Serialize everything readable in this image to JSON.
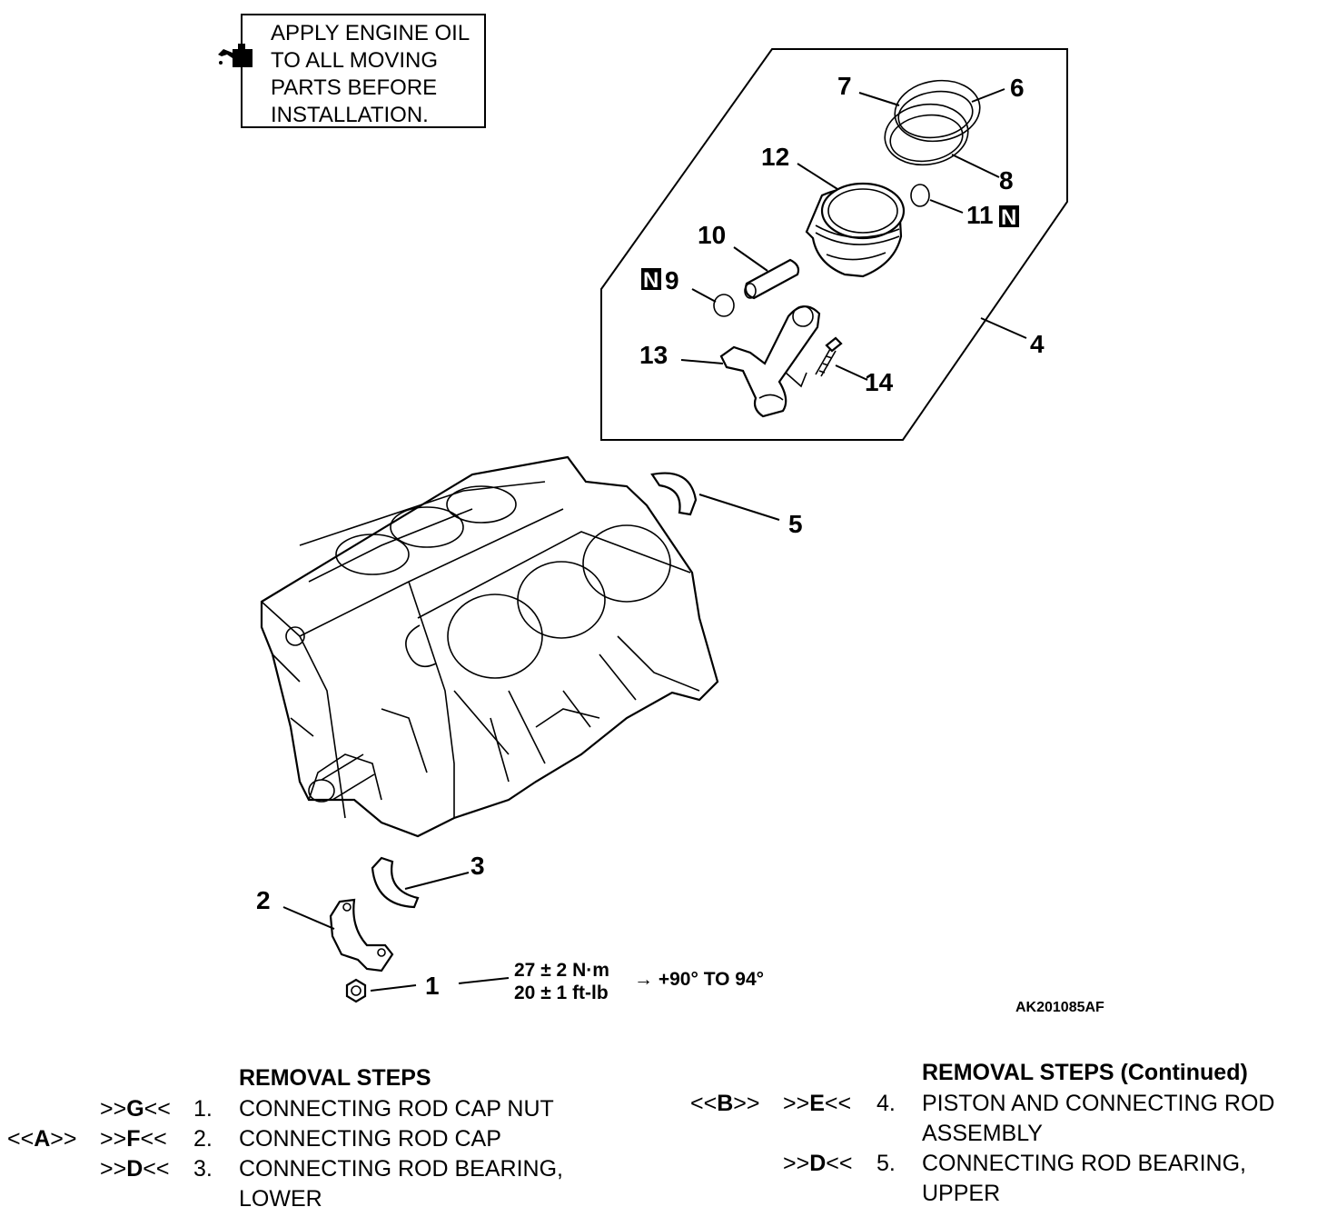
{
  "note": {
    "lines": [
      "APPLY ENGINE OIL",
      "TO ALL MOVING",
      "PARTS BEFORE",
      "INSTALLATION."
    ],
    "icon": "oil-can-icon"
  },
  "callouts": {
    "c1": "1",
    "c2": "2",
    "c3": "3",
    "c4": "4",
    "c5": "5",
    "c6": "6",
    "c7": "7",
    "c8": "8",
    "c9": "9",
    "c10": "10",
    "c11": "11",
    "c12": "12",
    "c13": "13",
    "c14": "14",
    "new_part_mark": "N"
  },
  "torque": {
    "metric": "27 ± 2 N·m",
    "imperial": "20 ± 1 ft-lb",
    "angle": "→ +90° TO 94°"
  },
  "figure_id": "AK201085AF",
  "removal_steps": {
    "title": "REMOVAL STEPS",
    "title_continued": "REMOVAL STEPS (Continued)",
    "left": [
      {
        "ref": "",
        "mark": ">>G<<",
        "num": "1.",
        "text": [
          "CONNECTING ROD CAP NUT"
        ]
      },
      {
        "ref": "<<A>>",
        "mark": ">>F<<",
        "num": "2.",
        "text": [
          "CONNECTING ROD CAP"
        ]
      },
      {
        "ref": "",
        "mark": ">>D<<",
        "num": "3.",
        "text": [
          "CONNECTING ROD BEARING,",
          "LOWER"
        ]
      }
    ],
    "right": [
      {
        "ref": "<<B>>",
        "mark": ">>E<<",
        "num": "4.",
        "text": [
          "PISTON AND CONNECTING ROD",
          "ASSEMBLY"
        ]
      },
      {
        "ref": "",
        "mark": ">>D<<",
        "num": "5.",
        "text": [
          "CONNECTING ROD BEARING,",
          "UPPER"
        ]
      }
    ]
  }
}
